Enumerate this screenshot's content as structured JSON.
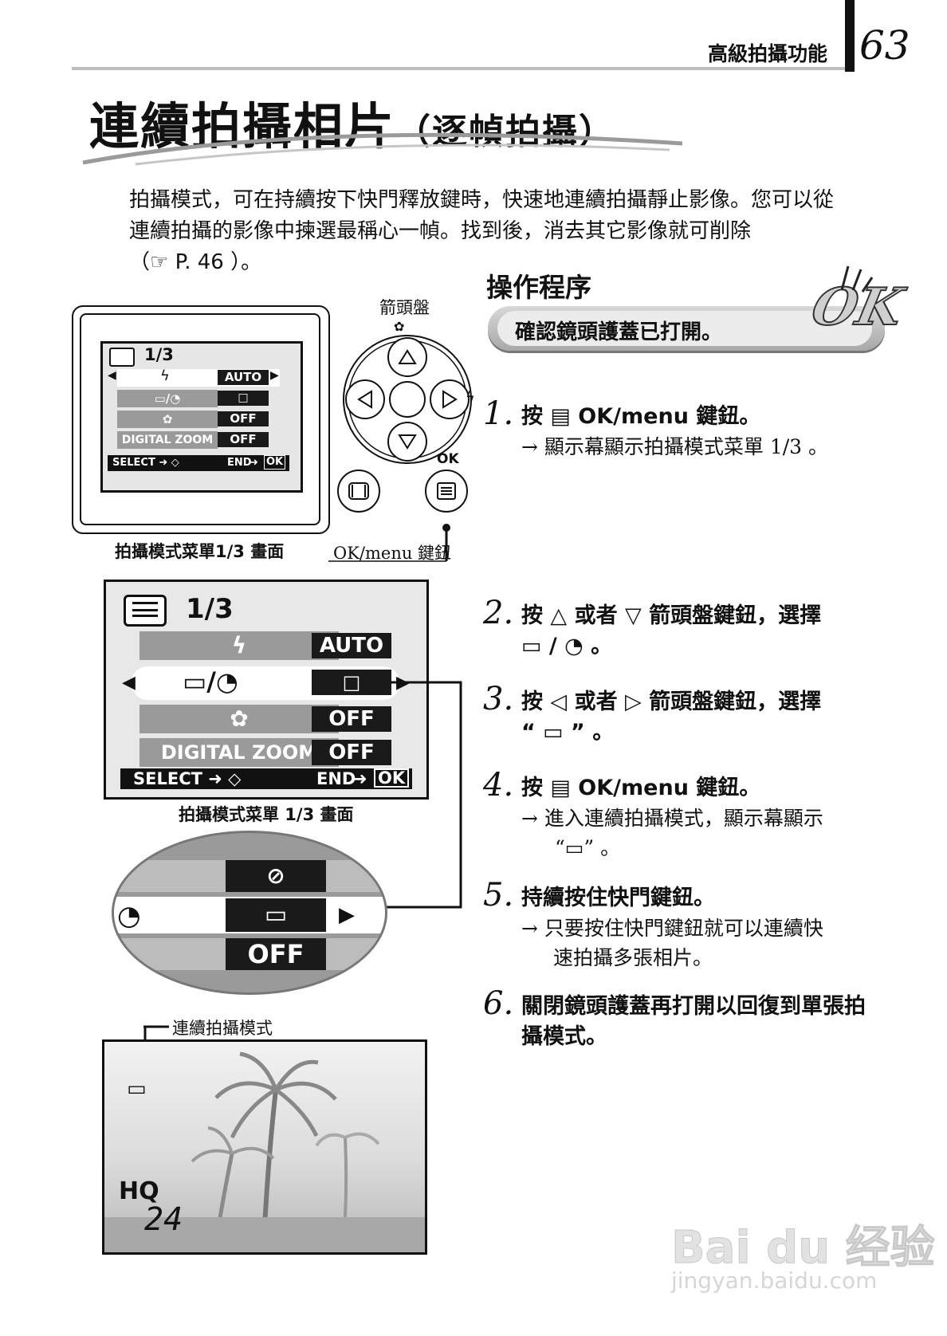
{
  "header": {
    "section": "高級拍攝功能",
    "page_number": "63"
  },
  "title": {
    "main": "連續拍攝相片",
    "sub": "（逐幀拍攝）"
  },
  "intro": {
    "line1": "拍攝模式，可在持續按下快門釋放鍵時，快速地連續拍攝靜止影像。您可以從",
    "line2": "連續拍攝的影像中揀選最稱心一幀。找到後，消去其它影像就可削除",
    "ref": "（☞ P. 46 ）。"
  },
  "procedure": {
    "heading": "操作程序",
    "check_text": "確認鏡頭護蓋已打開。",
    "ok_logo": "OK"
  },
  "steps": [
    {
      "num": "1.",
      "text": "按 ▤ OK/menu 鍵鈕。",
      "sub": [
        "→ 顯示幕顯示拍攝模式菜單 1/3 。"
      ]
    },
    {
      "num": "2.",
      "text": "按 △ 或者 ▽ 箭頭盤鍵鈕，選擇",
      "text2": "▭ / ◔ 。",
      "sub": []
    },
    {
      "num": "3.",
      "text": "按 ◁ 或者 ▷ 箭頭盤鍵鈕，選擇",
      "text2": "“ ▭ ” 。",
      "sub": []
    },
    {
      "num": "4.",
      "text": "按 ▤ OK/menu 鍵鈕。",
      "sub": [
        "→ 進入連續拍攝模式，顯示幕顯示",
        "“▭” 。"
      ]
    },
    {
      "num": "5.",
      "text": "持續按住快門鍵鈕。",
      "sub": [
        "→ 只要按住快門鍵鈕就可以連續快",
        "速拍攝多張相片。"
      ]
    },
    {
      "num": "6.",
      "text": "關閉鏡頭護蓋再打開以回復到單張拍",
      "text2": "攝模式。",
      "sub": []
    }
  ],
  "dial": {
    "label": "箭頭盤",
    "ok_label": "OK",
    "button_label": "OK/menu 鍵鈕"
  },
  "lcd_menu": {
    "page": "1/3",
    "rows": [
      {
        "icon": "flash-icon",
        "value": "AUTO"
      },
      {
        "icon": "drive-selftimer-icon",
        "value": "□"
      },
      {
        "icon": "macro-icon",
        "value": "OFF"
      },
      {
        "label": "DIGITAL ZOOM",
        "value": "OFF"
      }
    ],
    "footer_select": "SELECT",
    "footer_end": "END",
    "footer_ok": "OK"
  },
  "captions": {
    "small_menu": "拍攝模式菜單1/3 畫面",
    "big_menu": "拍攝模式菜單 1/3 畫面",
    "sequential": "連續拍攝模式"
  },
  "zoom_options": {
    "row3": "OFF"
  },
  "photo_lcd": {
    "quality": "HQ",
    "remaining": "24"
  },
  "watermark": {
    "brand": "Bai du 经验",
    "url": "jingyan.baidu.com"
  }
}
